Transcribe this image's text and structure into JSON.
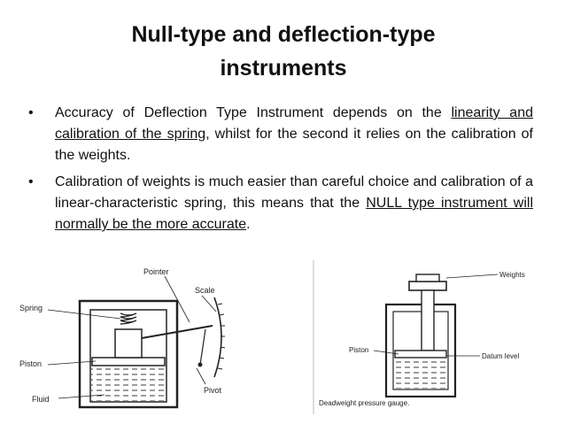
{
  "slide": {
    "title_line1": "Null-type and deflection-type",
    "title_line2": "instruments",
    "bullet_symbol": "•",
    "bullets": [
      {
        "before": "Accuracy of Deflection Type Instrument depends on the ",
        "underlined": "linearity and calibration of the spring",
        "after": ", whilst for the second it relies on the calibration of the weights."
      },
      {
        "before": "Calibration of weights is much easier than careful choice and calibration of a linear-characteristic spring, this means that the ",
        "underlined": "NULL type instrument will normally be the more accurate",
        "after": "."
      }
    ]
  },
  "deflection_diagram": {
    "labels": {
      "pointer": "Pointer",
      "scale": "Scale",
      "spring": "Spring",
      "piston": "Piston",
      "fluid": "Fluid",
      "pivot": "Pivot"
    }
  },
  "deadweight_diagram": {
    "labels": {
      "weights": "Weights",
      "piston": "Piston",
      "datum_level": "Datum level",
      "caption": "Deadweight pressure gauge."
    }
  },
  "colors": {
    "text": "#111111",
    "line": "#222222",
    "background": "#ffffff"
  }
}
